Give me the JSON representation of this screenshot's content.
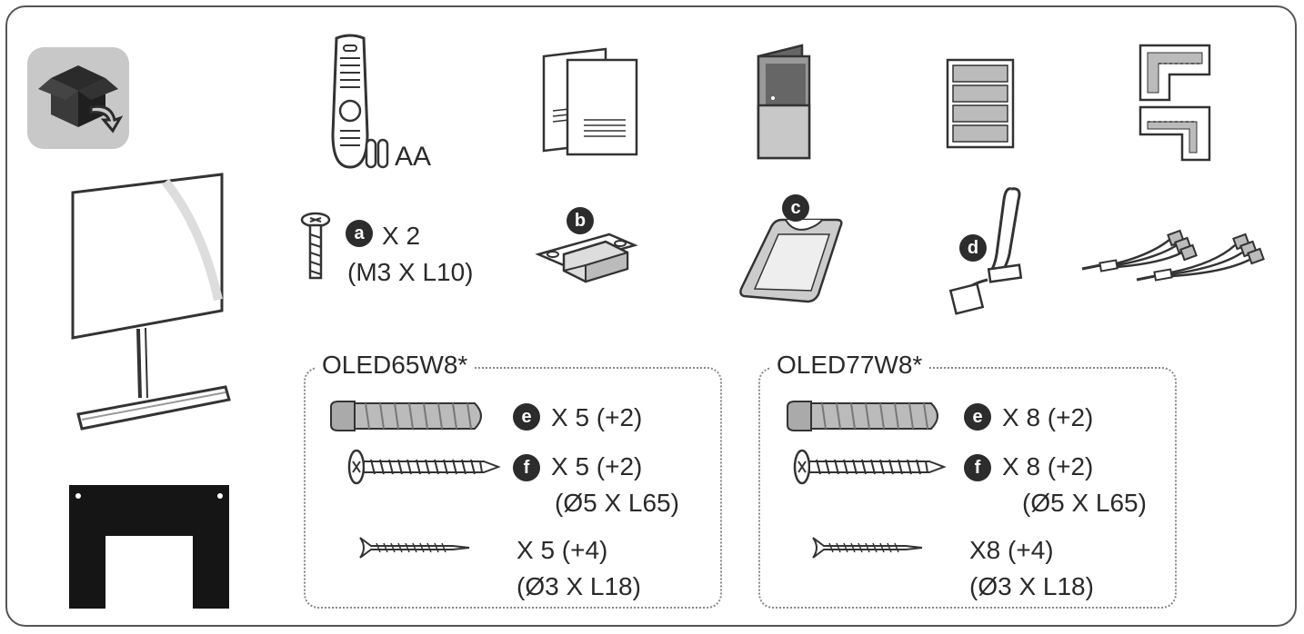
{
  "items": {
    "remote_label": "AA",
    "screw_a": {
      "badge": "a",
      "qty": "X 2",
      "spec": "(M3 X L10)"
    },
    "bracket_b": {
      "badge": "b"
    },
    "holder_c": {
      "badge": "c"
    },
    "cable_d": {
      "badge": "d"
    }
  },
  "groups": [
    {
      "title": "OLED65W8*",
      "rows": [
        {
          "badge": "e",
          "qty": "X 5 (+2)",
          "spec": ""
        },
        {
          "badge": "f",
          "qty": "X 5 (+2)",
          "spec": "(Ø5 X L65)"
        },
        {
          "badge": "",
          "qty": "X 5 (+4)",
          "spec": "(Ø3 X L18)"
        }
      ]
    },
    {
      "title": "OLED77W8*",
      "rows": [
        {
          "badge": "e",
          "qty": "X 8 (+2)",
          "spec": ""
        },
        {
          "badge": "f",
          "qty": "X 8 (+2)",
          "spec": "(Ø5 X L65)"
        },
        {
          "badge": "",
          "qty": "X8 (+4)",
          "spec": "(Ø3 X L18)"
        }
      ]
    }
  ],
  "icons": [
    "box-icon",
    "tv-icon",
    "template-icon",
    "remote-icon",
    "battery-icon",
    "manual-icon",
    "booklet-icon",
    "label-sheet-icon",
    "corner-protector-icon",
    "screw-icon",
    "bracket-icon",
    "holder-icon",
    "cable-icon",
    "rca-cable-icon",
    "wall-anchor-icon",
    "wall-screw-icon",
    "small-screw-icon"
  ],
  "colors": {
    "stroke": "#333333",
    "badge": "#2c2c2c",
    "box_bg": "#c8c8c8",
    "template": "#151515"
  }
}
